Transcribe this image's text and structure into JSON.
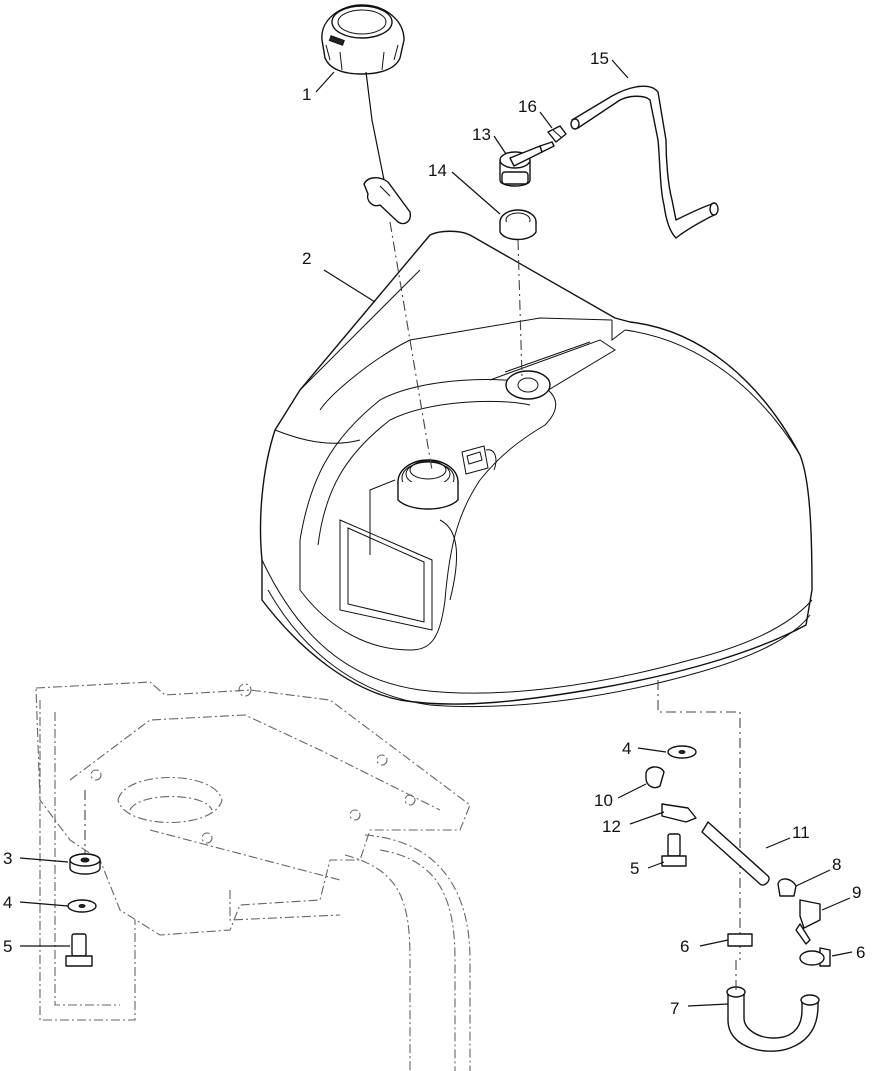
{
  "callouts": {
    "c1": "1",
    "c2": "2",
    "c3": "3",
    "c4a": "4",
    "c4b": "4",
    "c5a": "5",
    "c5b": "5",
    "c6a": "6",
    "c6b": "6",
    "c7": "7",
    "c8": "8",
    "c9": "9",
    "c10": "10",
    "c11": "11",
    "c12": "12",
    "c13": "13",
    "c14": "14",
    "c15": "15",
    "c16": "16"
  }
}
